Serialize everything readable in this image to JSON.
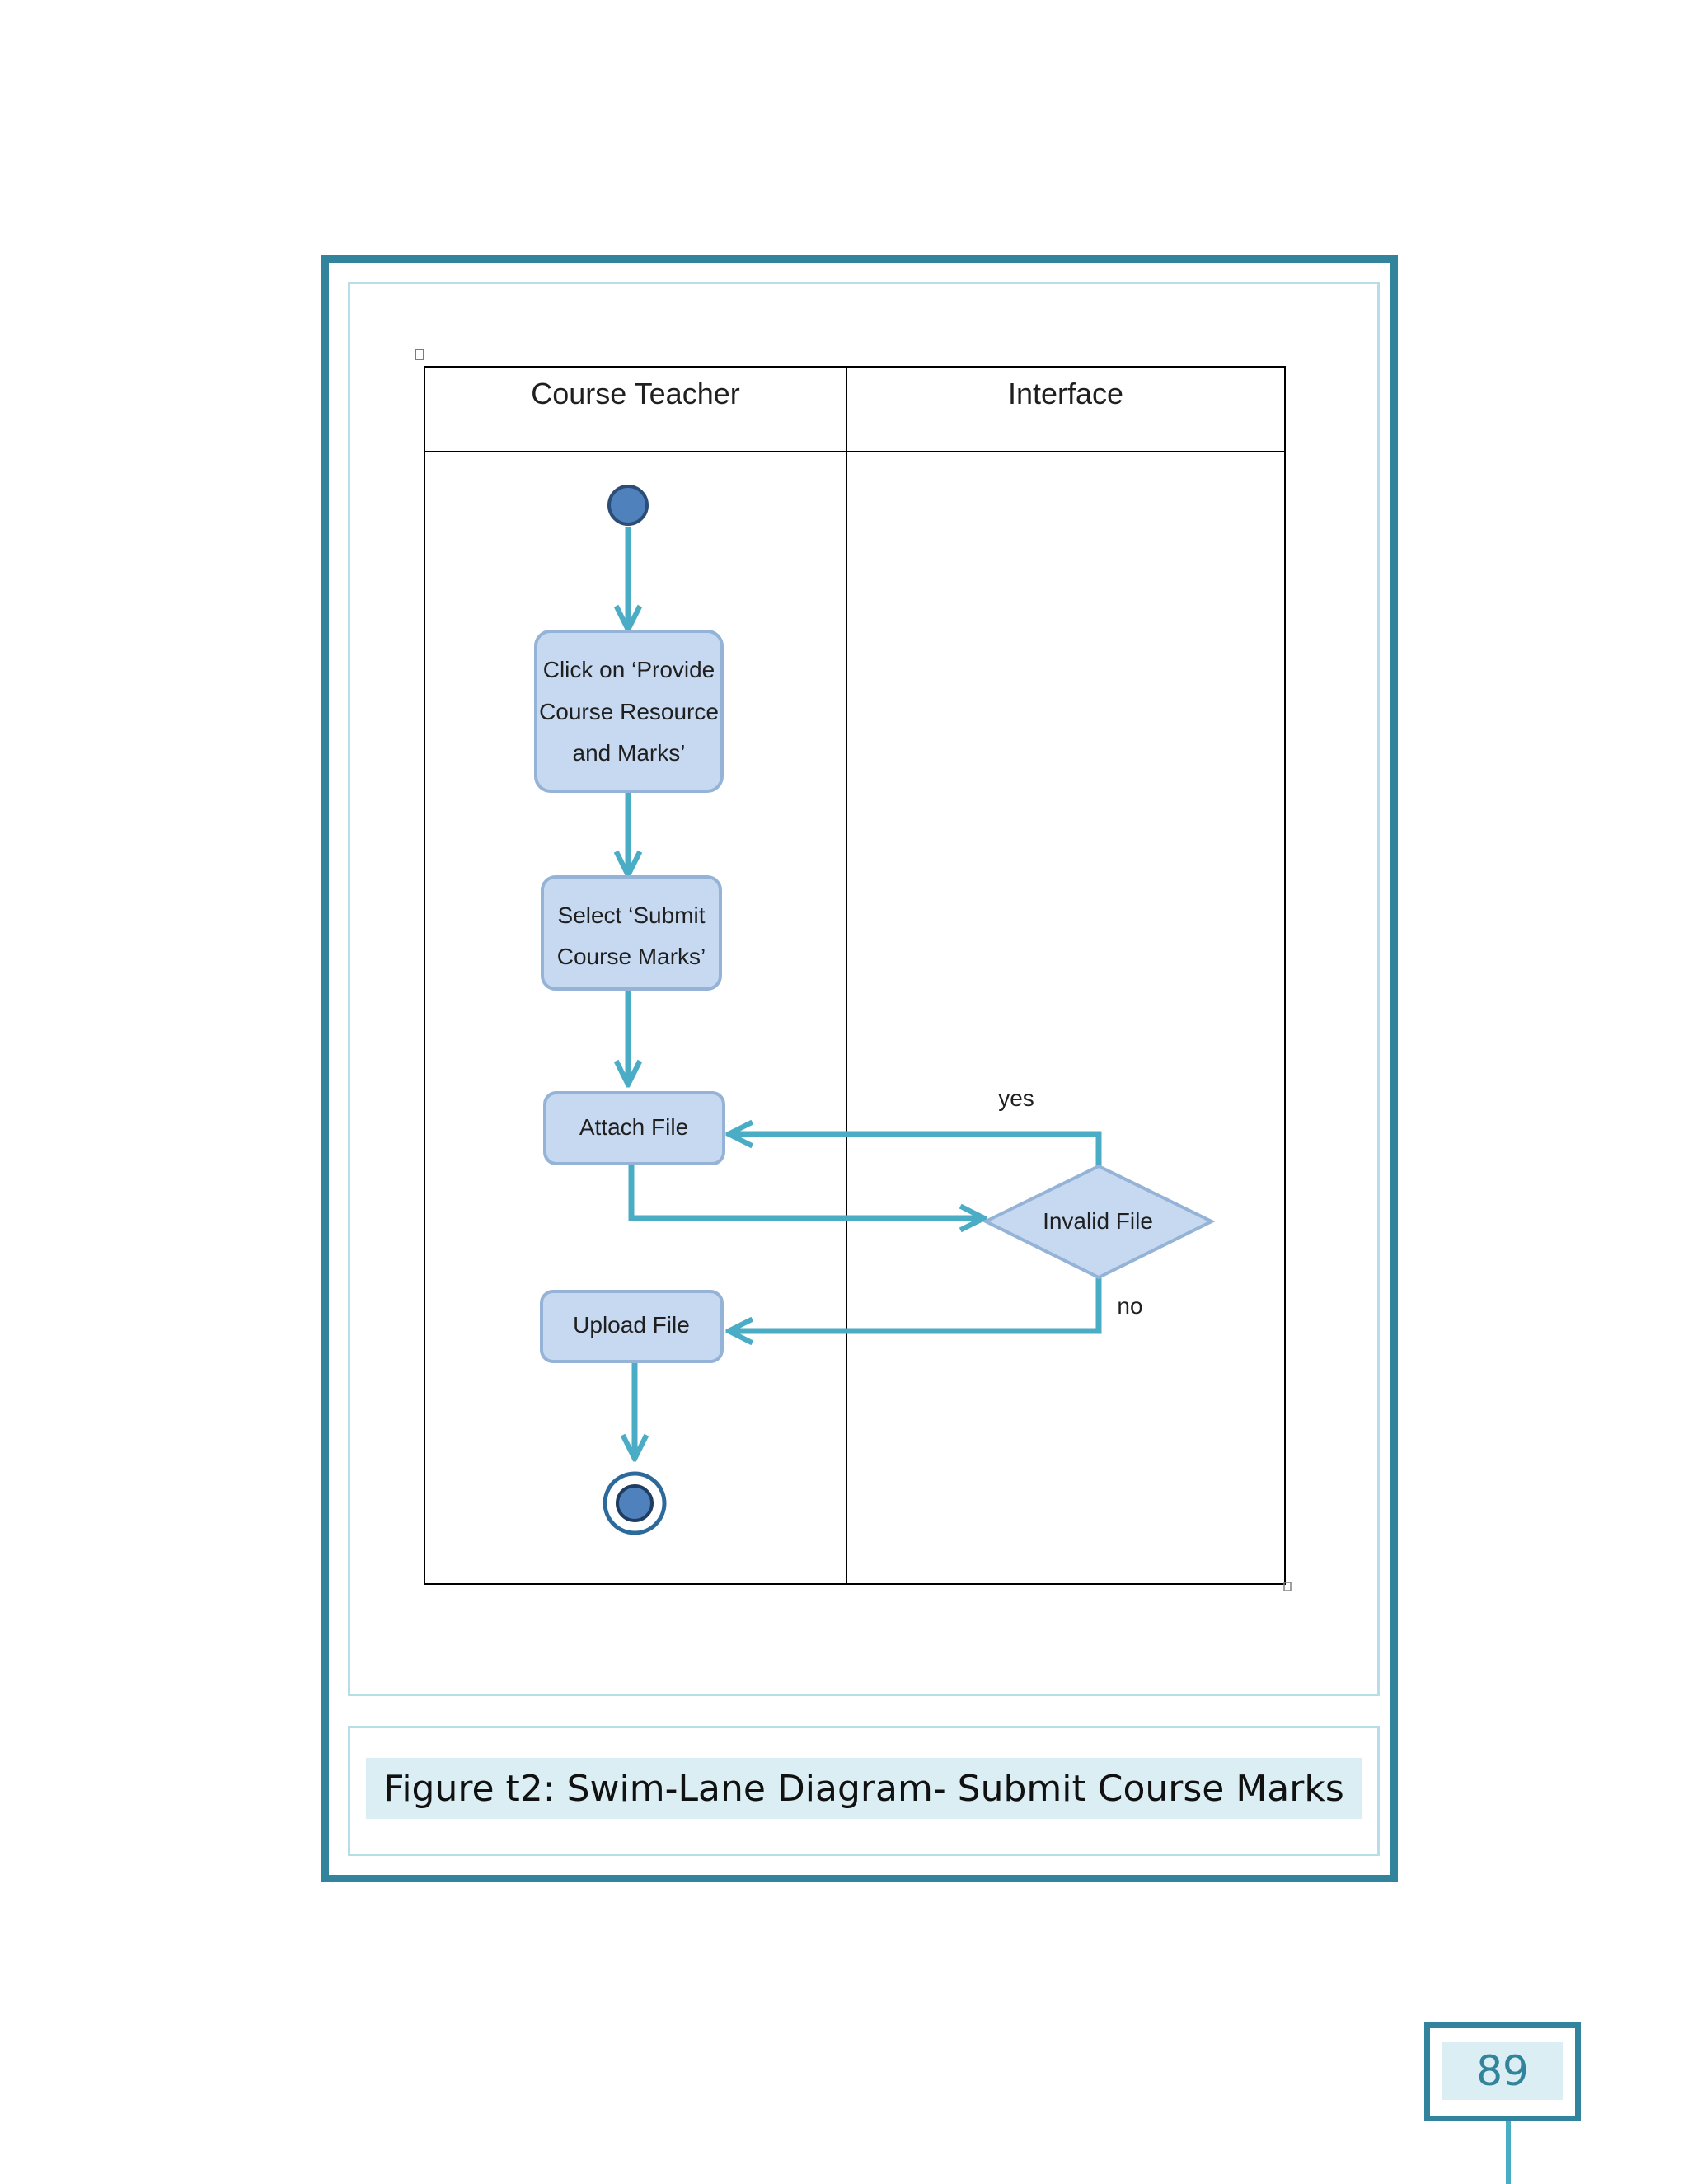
{
  "diagram": {
    "lanes": [
      "Course Teacher",
      "Interface"
    ],
    "nodes": {
      "start": "",
      "provide": [
        "Click on ‘Provide",
        "Course Resource",
        "and Marks’"
      ],
      "select": [
        "Select ‘Submit",
        "Course Marks’"
      ],
      "attach": "Attach File",
      "decision": "Invalid File",
      "upload": "Upload File",
      "end": ""
    },
    "edge_labels": {
      "yes": "yes",
      "no": "no"
    }
  },
  "caption": "Figure t2: Swim-Lane Diagram- Submit Course Marks",
  "page_number": "89"
}
